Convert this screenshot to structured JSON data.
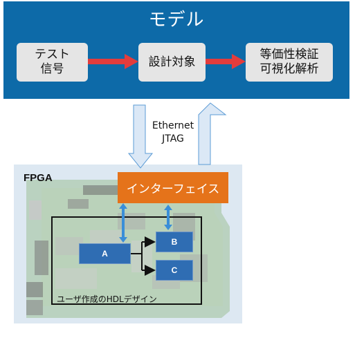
{
  "model": {
    "title": "モデル",
    "nodes": [
      {
        "id": "test-signal",
        "label": "テスト\n信号"
      },
      {
        "id": "dut",
        "label": "設計対象"
      },
      {
        "id": "evaluation",
        "label": "等価性検証\n可視化解析"
      }
    ]
  },
  "link": {
    "label": "Ethernet\nJTAG"
  },
  "fpga": {
    "label": "FPGA",
    "interface_label": "インターフェイス",
    "hdl_label": "ユーザ作成のHDLデザイン",
    "modules": [
      "A",
      "B",
      "C"
    ]
  },
  "colors": {
    "model_band": "#0d6aa8",
    "model_box": "#e5e5e5",
    "flow_arrow": "#e23c3c",
    "interface": "#e5731a",
    "module": "#2f6db3",
    "bus_arrow": "#3a8ed8",
    "link_arrow_fill": "#dbe8f6",
    "link_arrow_stroke": "#5b9bd5",
    "board": "#7fae7c"
  }
}
